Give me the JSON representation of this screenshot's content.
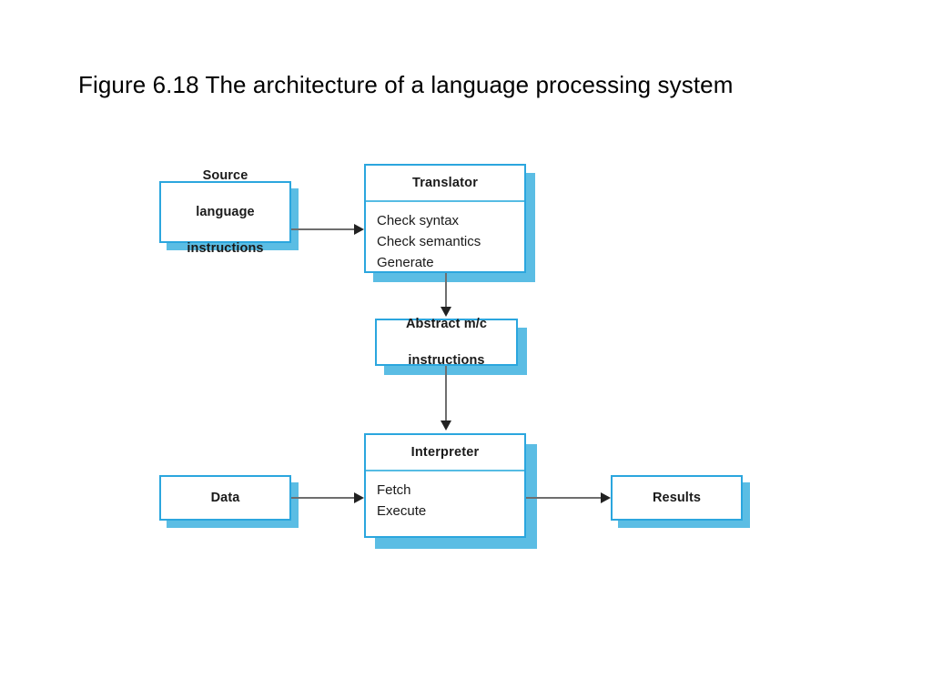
{
  "slide": {
    "title": "Figure 6.18 The architecture of a language processing system",
    "background_color": "#ffffff"
  },
  "theme": {
    "box_border_color": "#2BA6DE",
    "box_shadow_color": "#5BBDE4",
    "box_fill_color": "#ffffff",
    "text_color": "#1a1a1a",
    "connector_color": "#6e6e6e",
    "arrowhead_color": "#222222"
  },
  "diagram": {
    "type": "flowchart",
    "nodes": [
      {
        "id": "source-language-instructions",
        "style": "plain",
        "label": "Source\nlanguage\ninstructions"
      },
      {
        "id": "translator",
        "style": "sectioned",
        "header": "Translator",
        "body_lines": [
          "Check syntax",
          "Check semantics",
          "Generate"
        ]
      },
      {
        "id": "abstract-mc-instructions",
        "style": "plain",
        "label": "Abstract m/c\ninstructions"
      },
      {
        "id": "interpreter",
        "style": "sectioned",
        "header": "Interpreter",
        "body_lines": [
          "Fetch",
          "Execute"
        ]
      },
      {
        "id": "data",
        "style": "plain",
        "label": "Data"
      },
      {
        "id": "results",
        "style": "plain",
        "label": "Results"
      }
    ],
    "edges": [
      {
        "from": "source-language-instructions",
        "to": "translator",
        "direction": "right"
      },
      {
        "from": "translator",
        "to": "abstract-mc-instructions",
        "direction": "down"
      },
      {
        "from": "abstract-mc-instructions",
        "to": "interpreter",
        "direction": "down"
      },
      {
        "from": "data",
        "to": "interpreter",
        "direction": "right"
      },
      {
        "from": "interpreter",
        "to": "results",
        "direction": "right"
      }
    ]
  },
  "labels": {
    "source_line1": "Source",
    "source_line2": "language",
    "source_line3": "instructions",
    "translator_header": "Translator",
    "translator_line1": "Check syntax",
    "translator_line2": "Check semantics",
    "translator_line3": "Generate",
    "abstract_line1": "Abstract m/c",
    "abstract_line2": "instructions",
    "interpreter_header": "Interpreter",
    "interpreter_line1": "Fetch",
    "interpreter_line2": "Execute",
    "data": "Data",
    "results": "Results"
  }
}
